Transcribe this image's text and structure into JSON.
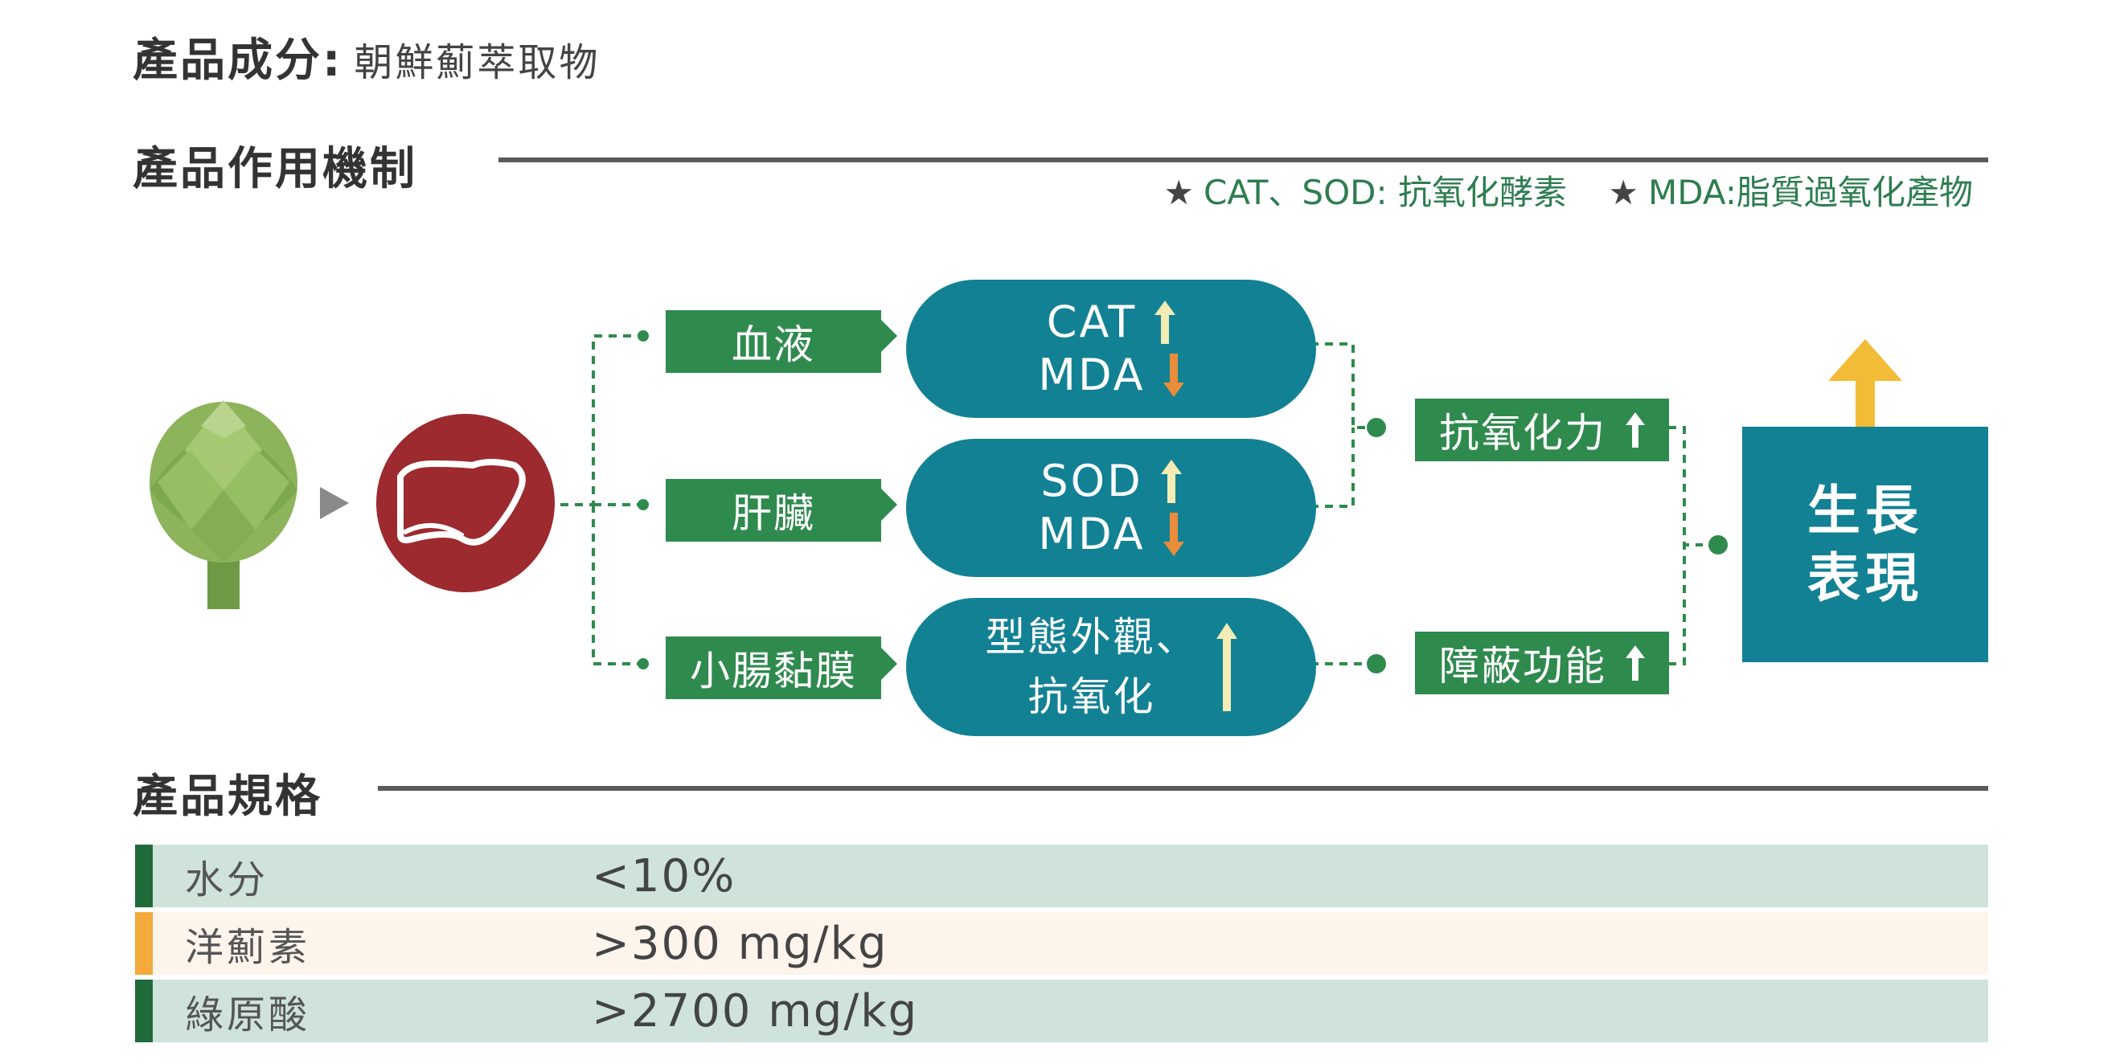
{
  "header": {
    "ingredient_label": "產品成分:",
    "ingredient_value": "朝鮮薊萃取物"
  },
  "mechanism": {
    "title": "產品作用機制",
    "notes": [
      {
        "text": "CAT、SOD: 抗氧化酵素"
      },
      {
        "text": "MDA:脂質過氧化產物"
      }
    ],
    "targets": [
      "血液",
      "肝臟",
      "小腸黏膜"
    ],
    "markers": [
      {
        "lines": [
          {
            "text": "CAT",
            "direction": "up"
          },
          {
            "text": "MDA",
            "direction": "down"
          }
        ]
      },
      {
        "lines": [
          {
            "text": "SOD",
            "direction": "up"
          },
          {
            "text": "MDA",
            "direction": "down"
          }
        ]
      },
      {
        "lines": [
          {
            "text": "型態外觀、"
          },
          {
            "text": "抗氧化"
          }
        ],
        "direction": "up"
      }
    ],
    "outcomes": [
      {
        "label": "抗氧化力",
        "direction": "up"
      },
      {
        "label": "障蔽功能",
        "direction": "up"
      }
    ],
    "result": {
      "line1": "生長",
      "line2": "表現",
      "direction": "up"
    }
  },
  "specs": {
    "title": "產品規格",
    "rows": [
      {
        "key": "水分",
        "value": "<10%",
        "accent": "#1f6b3a",
        "bg": "#cfe3da"
      },
      {
        "key": "洋薊素",
        "value": ">300 mg/kg",
        "accent": "#f4a93b",
        "bg": "#fdf4ec"
      },
      {
        "key": "綠原酸",
        "value": ">2700 mg/kg",
        "accent": "#1f6b3a",
        "bg": "#cfe3da"
      }
    ]
  },
  "colors": {
    "green_box": "#2f8a4e",
    "teal": "#128194",
    "liver": "#9c2a2e",
    "arrow_up_light": "#f3ecb4",
    "arrow_down": "#e98d3a",
    "gold_arrow": "#f2bc36",
    "connector": "#2f8a4e"
  },
  "icons": {
    "artichoke": "artichoke-icon",
    "liver": "liver-icon",
    "star": "star-icon"
  }
}
